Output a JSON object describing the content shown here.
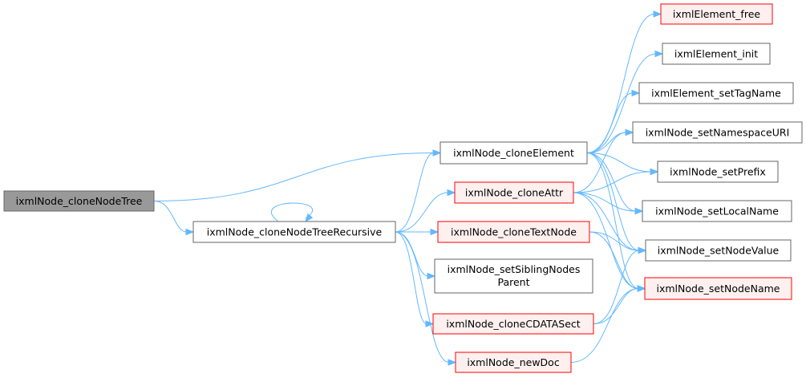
{
  "colors": {
    "edge": "#63b8ff",
    "node_border": "#666666",
    "node_fill": "#ffffff",
    "current_fill": "#999999",
    "red_border": "#ff0000",
    "red_fill": "#fff0f0"
  },
  "nodes": {
    "clone_node_tree": {
      "label": "ixmlNode_cloneNodeTree",
      "style": "current"
    },
    "clone_node_tree_recursive": {
      "label": "ixmlNode_cloneNodeTreeRecursive",
      "style": "normal"
    },
    "clone_element": {
      "label": "ixmlNode_cloneElement",
      "style": "normal"
    },
    "clone_attr": {
      "label": "ixmlNode_cloneAttr",
      "style": "red"
    },
    "clone_text_node": {
      "label": "ixmlNode_cloneTextNode",
      "style": "red"
    },
    "set_sibling_nodes_parent": {
      "label_line1": "ixmlNode_setSiblingNodes",
      "label_line2": "Parent",
      "style": "normal"
    },
    "clone_cdata_sect": {
      "label": "ixmlNode_cloneCDATASect",
      "style": "red"
    },
    "new_doc": {
      "label": "ixmlNode_newDoc",
      "style": "red"
    },
    "element_free": {
      "label": "ixmlElement_free",
      "style": "red"
    },
    "element_init": {
      "label": "ixmlElement_init",
      "style": "normal"
    },
    "element_set_tag_name": {
      "label": "ixmlElement_setTagName",
      "style": "normal"
    },
    "set_namespace_uri": {
      "label": "ixmlNode_setNamespaceURI",
      "style": "normal"
    },
    "set_prefix": {
      "label": "ixmlNode_setPrefix",
      "style": "normal"
    },
    "set_local_name": {
      "label": "ixmlNode_setLocalName",
      "style": "normal"
    },
    "set_node_value": {
      "label": "ixmlNode_setNodeValue",
      "style": "normal"
    },
    "set_node_name": {
      "label": "ixmlNode_setNodeName",
      "style": "red"
    }
  },
  "edges": [
    [
      "clone_node_tree",
      "clone_element"
    ],
    [
      "clone_node_tree",
      "clone_node_tree_recursive"
    ],
    [
      "clone_node_tree_recursive",
      "clone_node_tree_recursive"
    ],
    [
      "clone_node_tree_recursive",
      "clone_element"
    ],
    [
      "clone_node_tree_recursive",
      "clone_attr"
    ],
    [
      "clone_node_tree_recursive",
      "clone_text_node"
    ],
    [
      "clone_node_tree_recursive",
      "set_sibling_nodes_parent"
    ],
    [
      "clone_node_tree_recursive",
      "clone_cdata_sect"
    ],
    [
      "clone_node_tree_recursive",
      "new_doc"
    ],
    [
      "clone_element",
      "element_free"
    ],
    [
      "clone_element",
      "element_init"
    ],
    [
      "clone_element",
      "element_set_tag_name"
    ],
    [
      "clone_element",
      "set_namespace_uri"
    ],
    [
      "clone_element",
      "set_prefix"
    ],
    [
      "clone_element",
      "set_local_name"
    ],
    [
      "clone_element",
      "set_node_value"
    ],
    [
      "clone_element",
      "set_node_name"
    ],
    [
      "clone_attr",
      "set_namespace_uri"
    ],
    [
      "clone_attr",
      "set_prefix"
    ],
    [
      "clone_attr",
      "set_local_name"
    ],
    [
      "clone_attr",
      "set_node_value"
    ],
    [
      "clone_attr",
      "set_node_name"
    ],
    [
      "clone_text_node",
      "set_node_value"
    ],
    [
      "clone_text_node",
      "set_node_name"
    ],
    [
      "clone_cdata_sect",
      "set_node_value"
    ],
    [
      "clone_cdata_sect",
      "set_node_name"
    ],
    [
      "new_doc",
      "set_node_name"
    ]
  ]
}
